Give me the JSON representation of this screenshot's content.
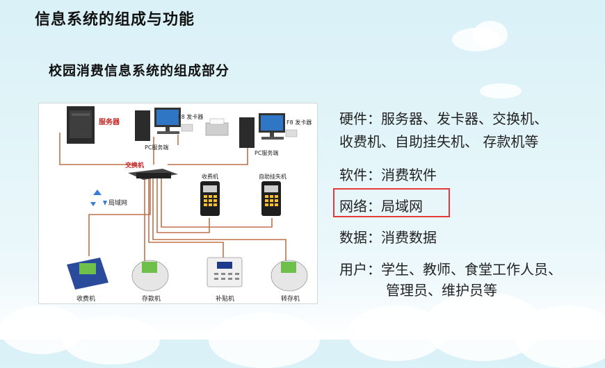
{
  "slide": {
    "title": "信息系统的组成与功能",
    "subtitle": "校园消费信息系统的组成部分"
  },
  "diagram": {
    "labels": {
      "server": "服务器",
      "pc_server_1": "PC服务端",
      "pc_server_2": "PC服务端",
      "card_issuer_1": "F8 发卡器",
      "card_issuer_2": "F8 发卡器",
      "switch": "交换机",
      "lan": "局域网",
      "pos_top": "收费机",
      "self_loss": "自助挂失机",
      "pos_bottom": "收费机",
      "deposit": "存款机",
      "subsidy": "补贴机",
      "transfer": "转存机"
    }
  },
  "components": {
    "hardware_line1": "硬件：服务器、发卡器、交换机、",
    "hardware_line2": "收费机、自助挂失机、 存款机等",
    "software": "软件：消费软件",
    "network": "网络：局域网",
    "data": "数据：消费数据",
    "users_line1": "用户：学生、教师、食堂工作人员、",
    "users_line2": "管理员、维护员等"
  },
  "colors": {
    "highlight_border": "#e53935",
    "cable": "#c0704a",
    "label_red": "#c62828"
  }
}
